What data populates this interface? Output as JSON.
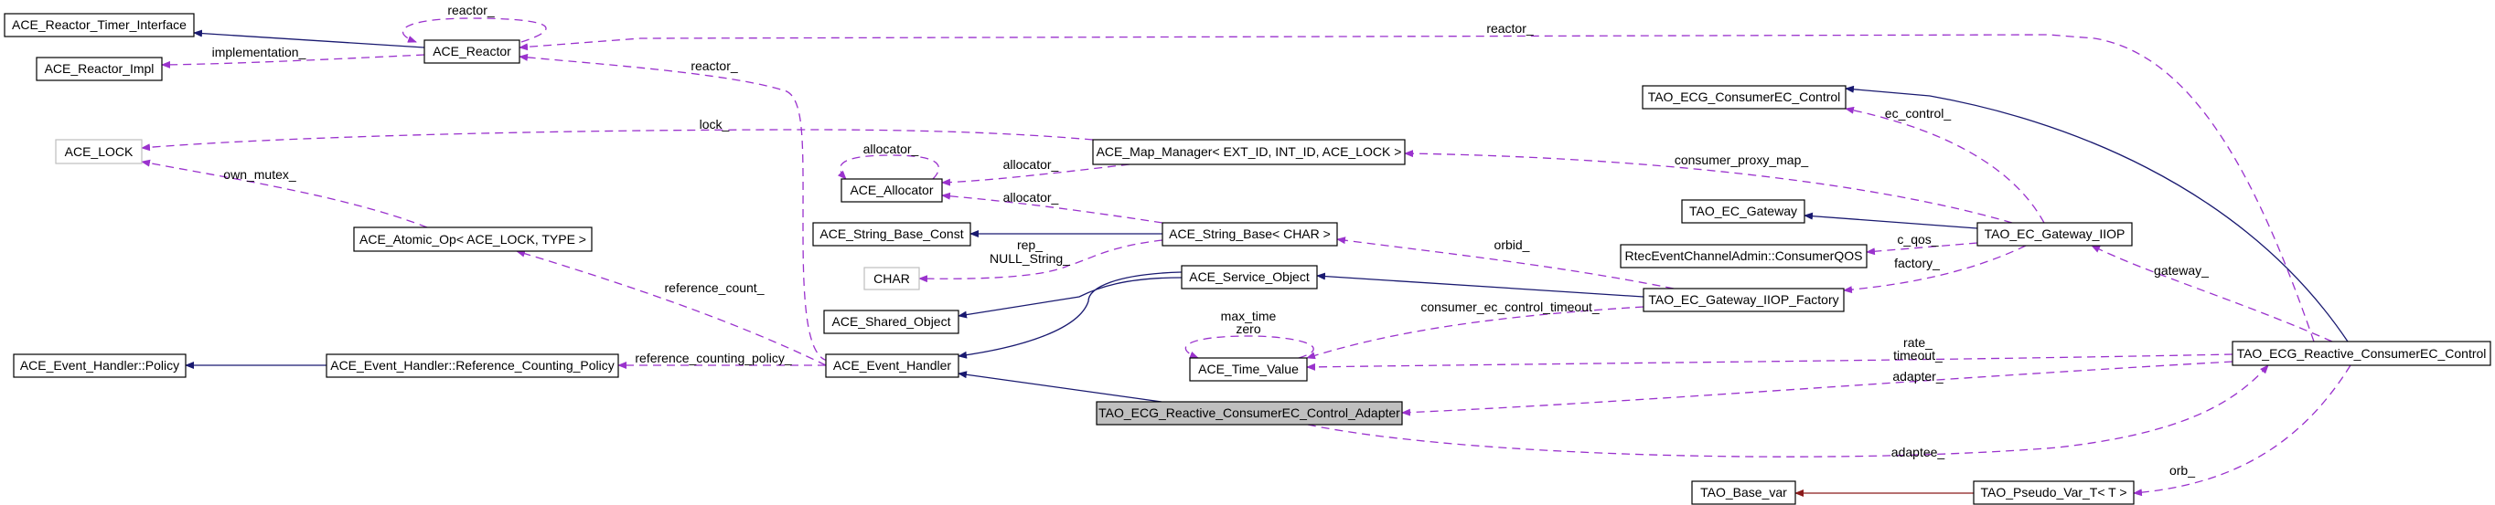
{
  "title": "TAO_ECG_Reactive_ConsumerEC_Control_Adapter collaboration graph",
  "colors": {
    "inheritance": "#191970",
    "usage": "#9a32cd",
    "template": "#8b1a1a",
    "focus_fill": "#bfbfbf",
    "external_border": "#bfbfbf"
  },
  "nodes": {
    "timer_interface": "ACE_Reactor_Timer_Interface",
    "reactor_impl": "ACE_Reactor_Impl",
    "reactor": "ACE_Reactor",
    "lock": "ACE_LOCK",
    "atomic_op": "ACE_Atomic_Op< ACE_LOCK, TYPE >",
    "policy": "ACE_Event_Handler::Policy",
    "ref_counting_policy": "ACE_Event_Handler::Reference_Counting_Policy",
    "map_manager": "ACE_Map_Manager< EXT_ID, INT_ID, ACE_LOCK >",
    "allocator": "ACE_Allocator",
    "string_base_const": "ACE_String_Base_Const",
    "string_base": "ACE_String_Base< CHAR >",
    "char": "CHAR",
    "service_object": "ACE_Service_Object",
    "shared_object": "ACE_Shared_Object",
    "event_handler": "ACE_Event_Handler",
    "time_value": "ACE_Time_Value",
    "adapter": "TAO_ECG_Reactive_ConsumerEC_Control_Adapter",
    "consumer_ec_control": "TAO_ECG_ConsumerEC_Control",
    "ec_gateway": "TAO_EC_Gateway",
    "gateway_iiop": "TAO_EC_Gateway_IIOP",
    "consumer_qos": "RtecEventChannelAdmin::ConsumerQOS",
    "iiop_factory": "TAO_EC_Gateway_IIOP_Factory",
    "reactive_control": "TAO_ECG_Reactive_ConsumerEC_Control",
    "base_var": "TAO_Base_var",
    "pseudo_var": "TAO_Pseudo_Var_T< T >"
  },
  "edge_labels": {
    "implementation": "implementation_",
    "reactor_self": "reactor_",
    "reactor_top": "reactor_",
    "reactor_eh": "reactor_",
    "lock": "lock_",
    "own_mutex": "own_mutex_",
    "reference_count": "reference_count_",
    "reference_counting_policy": "reference_counting_policy_",
    "allocator_self": "allocator_",
    "allocator_map": "allocator_",
    "allocator_string": "allocator_",
    "rep": "rep_",
    "null_string": "NULL_String_",
    "max_time": "max_time",
    "zero": "zero",
    "consumer_ec_control_timeout": "consumer_ec_control_timeout_",
    "orbid": "orbid_",
    "ec_control": "ec_control_",
    "consumer_proxy_map": "consumer_proxy_map_",
    "c_qos": "c_qos_",
    "factory": "factory_",
    "gateway": "gateway_",
    "rate": "rate_",
    "timeout": "timeout_",
    "adapter": "adapter_",
    "adaptee": "adaptee_",
    "orb": "orb_"
  }
}
